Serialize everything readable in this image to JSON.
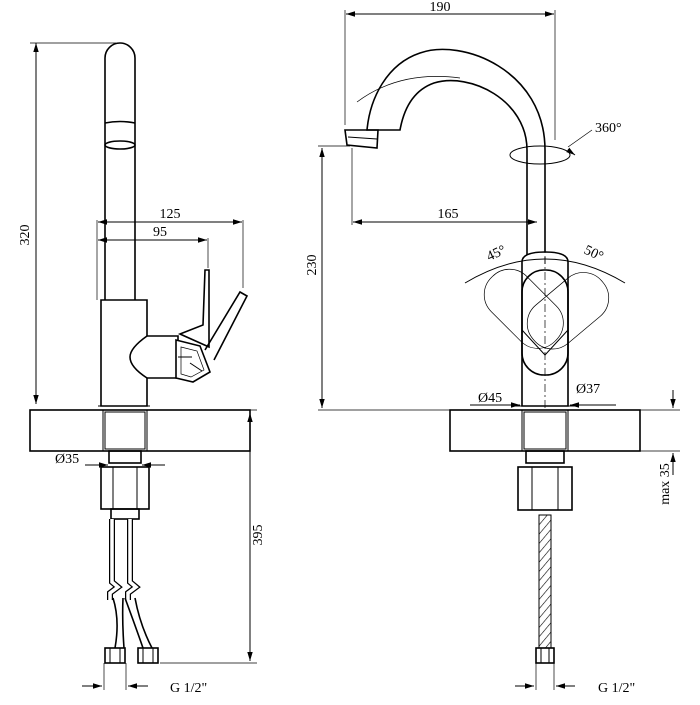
{
  "left_view": {
    "height_label": "320",
    "spout_reach_label": "125",
    "lever_reach_label": "95",
    "base_diameter_label": "Ø35",
    "hose_length_label": "395",
    "thread_label": "G 1/2\""
  },
  "right_view": {
    "width_label": "190",
    "rotation_label": "360°",
    "spout_label": "165",
    "height_label": "230",
    "left_angle_label": "45°",
    "right_angle_label": "50°",
    "body_diameter_label": "Ø45",
    "inner_diameter_label": "Ø37",
    "deck_thickness_label": "max 35",
    "thread_label": "G 1/2\""
  },
  "colors": {
    "line": "#000000",
    "background": "#ffffff"
  }
}
